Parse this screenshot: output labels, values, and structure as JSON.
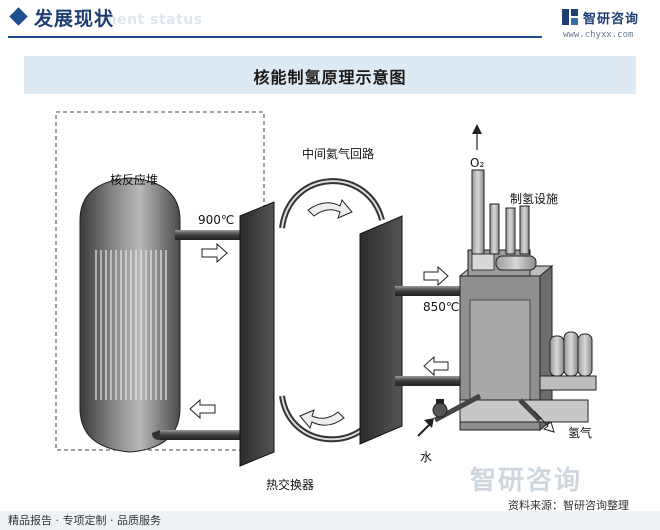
{
  "header": {
    "title": "发展现状",
    "title_shadow": "ment status"
  },
  "logo": {
    "name": "智研咨询",
    "url": "www.chyxx.com"
  },
  "banner": {
    "title": "核能制氢原理示意图"
  },
  "diagram": {
    "labels": {
      "reactor": "核反应堆",
      "temp_900": "900℃",
      "loop": "中间氦气回路",
      "oxygen": "O₂",
      "hydrogen_facility": "制氢设施",
      "temp_850": "850℃",
      "heat_exchanger": "热交换器",
      "water": "水",
      "hydrogen": "氢气"
    }
  },
  "watermark": "智研咨询",
  "source": "资料来源：智研咨询整理",
  "footer": "精品报告 · 专项定制 · 品质服务",
  "colors": {
    "brand": "#1f4f8f",
    "banner": "#dde9f3"
  }
}
